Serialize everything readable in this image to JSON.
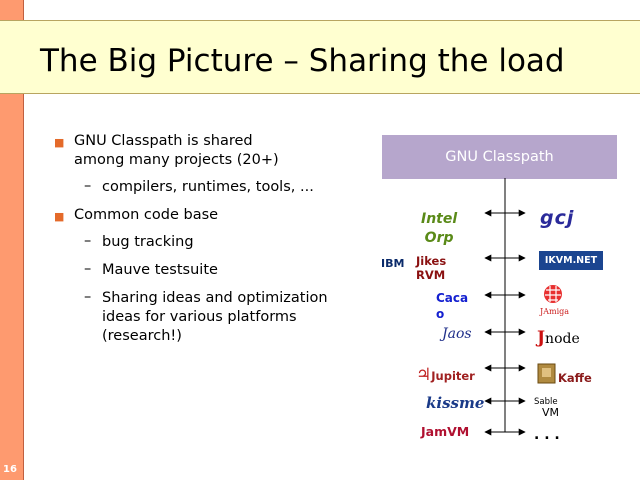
{
  "slide": {
    "title": "The Big Picture – Sharing the load",
    "number": "16"
  },
  "bullets": [
    {
      "text_line1": "GNU Classpath is shared",
      "text_line2": "among many projects (20+)",
      "subs": [
        "compilers, runtimes, tools, ..."
      ]
    },
    {
      "text_line1": "Common code base",
      "subs": [
        "bug tracking",
        "Mauve testsuite",
        "Sharing ideas and optimization",
        "ideas for various platforms",
        "(research!)"
      ]
    }
  ],
  "diagram": {
    "header": "GNU Classpath",
    "left": {
      "intel_line1": "Intel",
      "intel_line2": "Orp",
      "ibm": "IBM",
      "jikes_line1": "Jikes",
      "jikes_line2": "RVM",
      "cacao_line1": "Caca",
      "cacao_line2": "o",
      "jaos": "Jaos",
      "jupiter": "Jupiter",
      "kissme": "kissme",
      "jamvm": "JamVM"
    },
    "right": {
      "gcj": "gcj",
      "ikvm": "IKVM.NET",
      "jamiga": "JAmiga",
      "jnode_j": "J",
      "jnode_rest": "node",
      "kaffe": "Kaffe",
      "sable": "Sable",
      "sable_v": "VM",
      "dots": ". . ."
    },
    "colors": {
      "header_bg": "#b6a6cc",
      "bullet_accent": "#e46a2a",
      "sidebar": "#fe9a6f",
      "title_band": "#ffffd0"
    }
  }
}
